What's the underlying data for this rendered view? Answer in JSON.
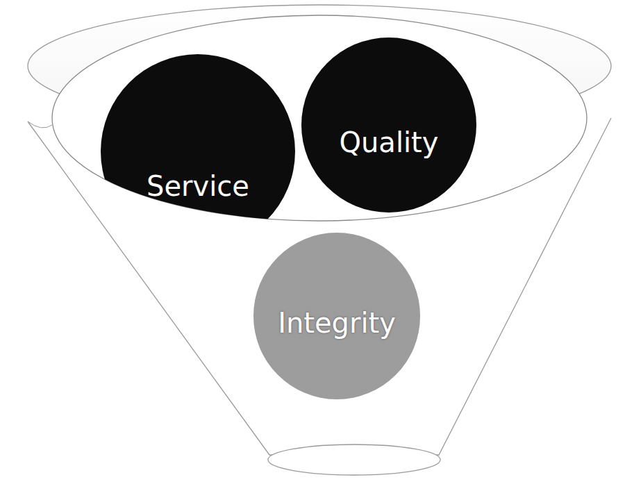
{
  "diagram": {
    "nodes": [
      {
        "text": [
          "Service"
        ]
      },
      {
        "text": [
          "Quality"
        ]
      },
      {
        "text": [
          "Integrity"
        ]
      }
    ]
  }
}
